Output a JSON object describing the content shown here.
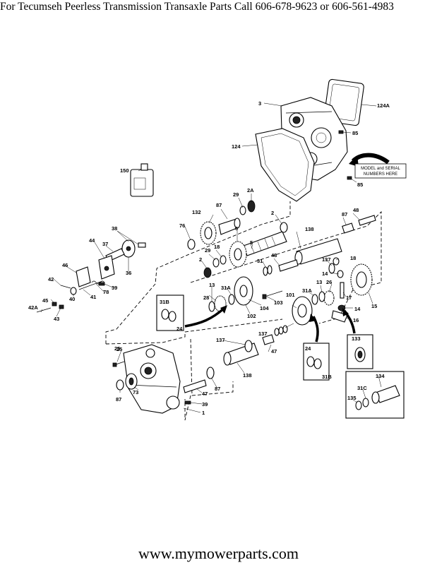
{
  "header": {
    "text": "For Tecumseh Peerless Transmission Transaxle Parts Call 606-678-9623 or 606-561-4983"
  },
  "footer": {
    "text": "www.mymowerparts.com"
  },
  "diagram": {
    "note_line1": "MODEL and SERIAL",
    "note_line2": "NUMBERS HERE",
    "labels": [
      "3",
      "124A",
      "85",
      "124",
      "85",
      "150",
      "29",
      "2A",
      "132",
      "87",
      "2",
      "87",
      "48",
      "76",
      "6",
      "138",
      "29",
      "5",
      "18",
      "2",
      "48",
      "38",
      "44",
      "37",
      "36",
      "31",
      "137",
      "18",
      "46",
      "42",
      "78",
      "39",
      "40",
      "41",
      "14",
      "25",
      "13",
      "31A",
      "28",
      "104",
      "103",
      "101",
      "31A",
      "13",
      "26",
      "17",
      "14",
      "15",
      "16",
      "42A",
      "45",
      "43",
      "31B",
      "24",
      "102",
      "137",
      "47",
      "133",
      "137",
      "25",
      "87",
      "73",
      "138",
      "24",
      "31B",
      "134",
      "31C",
      "135",
      "47",
      "87",
      "39",
      "1"
    ]
  }
}
